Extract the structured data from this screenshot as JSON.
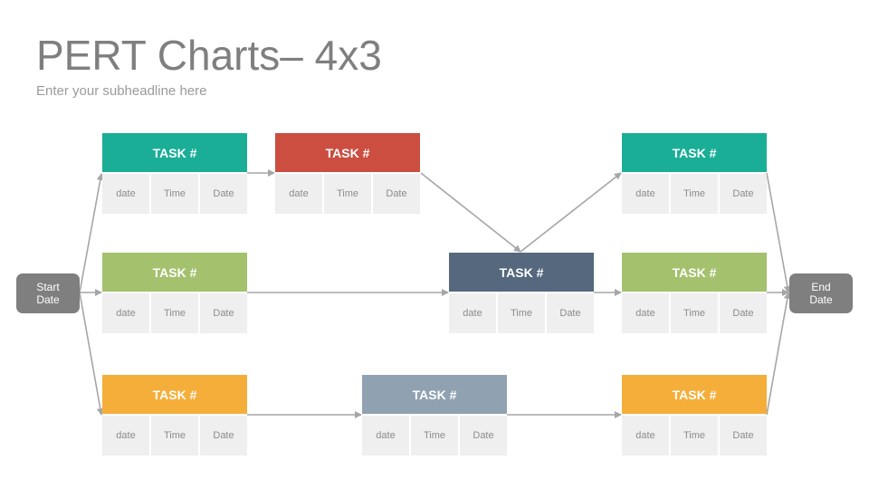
{
  "title": "PERT Charts– 4x3",
  "subtitle": "Enter your subheadline here",
  "colors": {
    "teal": "#1aae97",
    "red": "#cb4e41",
    "green": "#a4c16e",
    "slate": "#55687e",
    "orange": "#f5ae3a",
    "gray_blue": "#90a2b2",
    "node_gray": "#7f7f7f",
    "cell_bg": "#efefef",
    "arrow": "#a6a6a6"
  },
  "start": {
    "line1": "Start",
    "line2": "Date"
  },
  "end": {
    "line1": "End",
    "line2": "Date"
  },
  "tasks": [
    {
      "label": "TASK #",
      "color": "#1aae97",
      "cells": [
        "date",
        "Time",
        "Date"
      ]
    },
    {
      "label": "TASK #",
      "color": "#cb4e41",
      "cells": [
        "date",
        "Time",
        "Date"
      ]
    },
    {
      "label": "TASK #",
      "color": "#1aae97",
      "cells": [
        "date",
        "Time",
        "Date"
      ]
    },
    {
      "label": "TASK #",
      "color": "#a4c16e",
      "cells": [
        "date",
        "Time",
        "Date"
      ]
    },
    {
      "label": "TASK #",
      "color": "#55687e",
      "cells": [
        "date",
        "Time",
        "Date"
      ]
    },
    {
      "label": "TASK #",
      "color": "#a4c16e",
      "cells": [
        "date",
        "Time",
        "Date"
      ]
    },
    {
      "label": "TASK #",
      "color": "#f5ae3a",
      "cells": [
        "date",
        "Time",
        "Date"
      ]
    },
    {
      "label": "TASK #",
      "color": "#90a2b2",
      "cells": [
        "date",
        "Time",
        "Date"
      ]
    },
    {
      "label": "TASK #",
      "color": "#f5ae3a",
      "cells": [
        "date",
        "Time",
        "Date"
      ]
    }
  ]
}
